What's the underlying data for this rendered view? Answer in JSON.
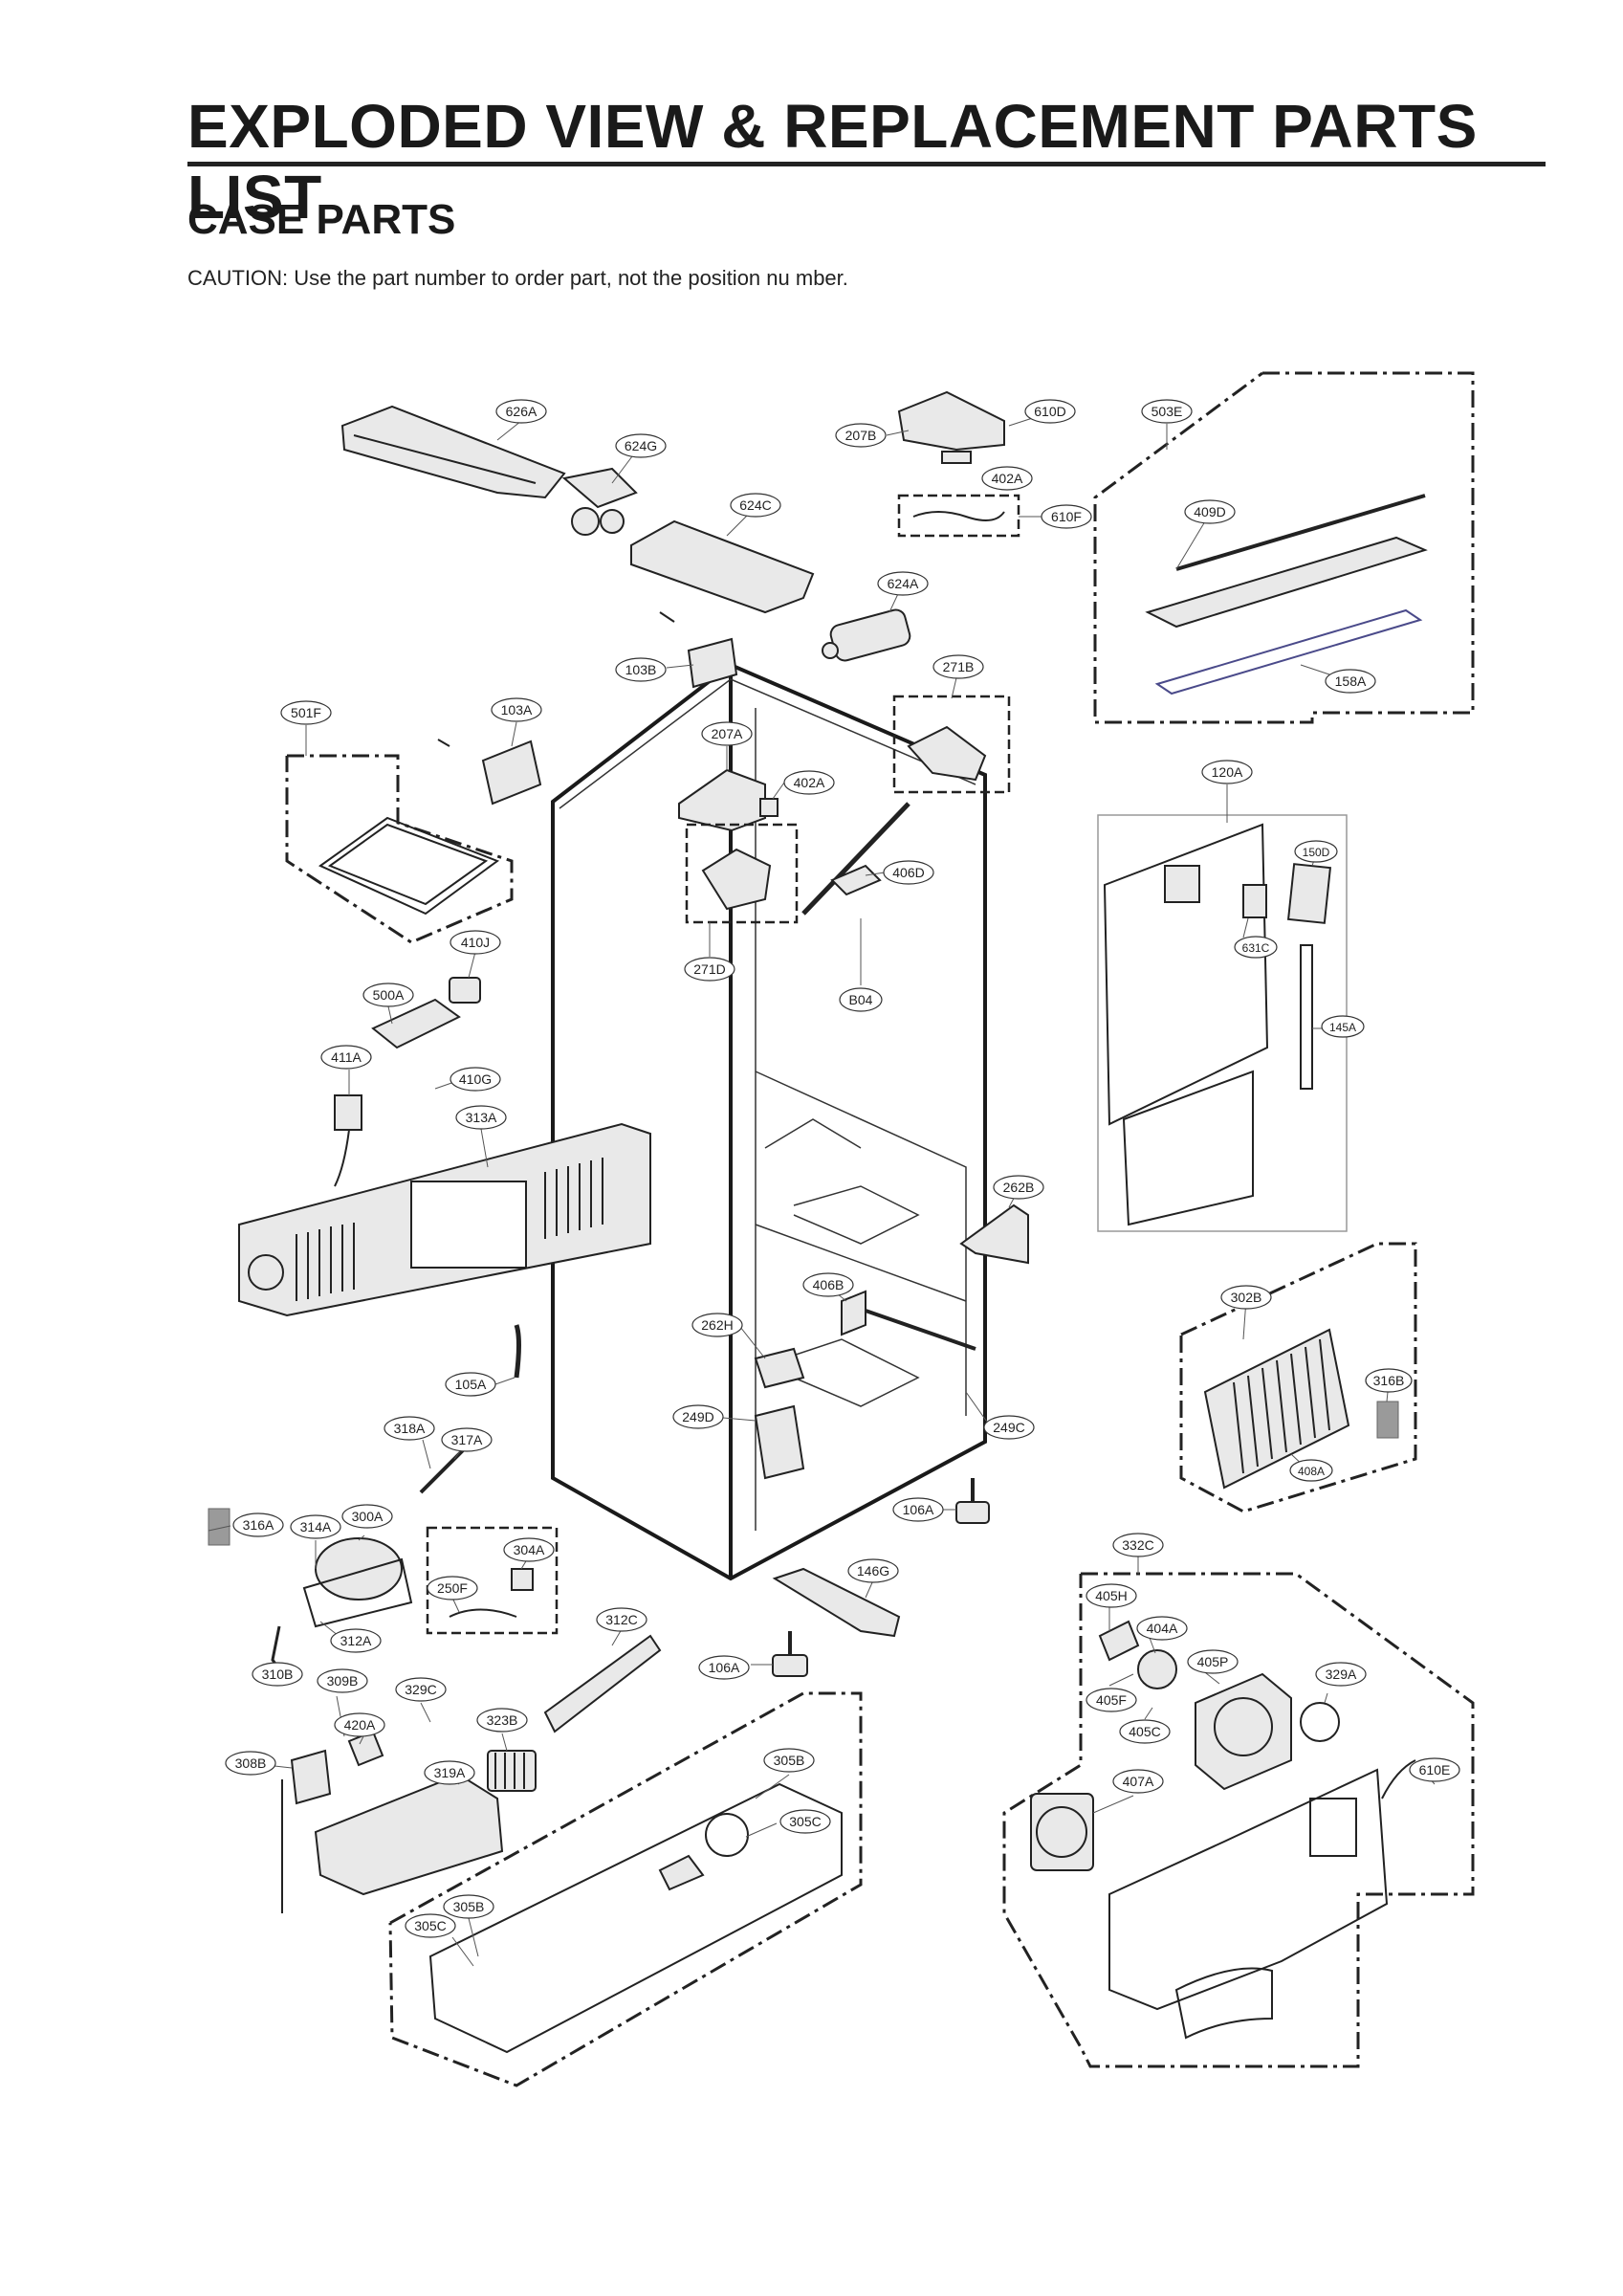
{
  "header": {
    "title": "EXPLODED VIEW & REPLACEMENT PARTS LIST",
    "subtitle": "CASE PARTS",
    "caution": "CAUTION: Use the part number to order part, not the position nu  mber."
  },
  "part_labels": {
    "p626A": "626A",
    "p624G": "624G",
    "p624C": "624C",
    "p207B": "207B",
    "p610D": "610D",
    "p402A_top": "402A",
    "p610F": "610F",
    "p624A": "624A",
    "p503E": "503E",
    "p409D": "409D",
    "p158A": "158A",
    "p103B": "103B",
    "p271B": "271B",
    "p501F": "501F",
    "p103A": "103A",
    "p207A": "207A",
    "p402A": "402A",
    "p406D": "406D",
    "p271D": "271D",
    "pB04": "B04",
    "p120A": "120A",
    "p150D": "150D",
    "p631C": "631C",
    "p145A": "145A",
    "p410J": "410J",
    "p500A": "500A",
    "p411A": "411A",
    "p410G": "410G",
    "p313A": "313A",
    "p262B": "262B",
    "p406B": "406B",
    "p262H": "262H",
    "p302B": "302B",
    "p105A": "105A",
    "p249D": "249D",
    "p249C": "249C",
    "p316B": "316B",
    "p408A": "408A",
    "p318A": "318A",
    "p317A": "317A",
    "p106A_top": "106A",
    "p316A": "316A",
    "p314A": "314A",
    "p300A": "300A",
    "p304A": "304A",
    "p250F": "250F",
    "p146G": "146G",
    "p332C": "332C",
    "p405H": "405H",
    "p312A": "312A",
    "p312C": "312C",
    "p404A": "404A",
    "p106A_bot": "106A",
    "p405P": "405P",
    "p329A": "329A",
    "p310B": "310B",
    "p309B": "309B",
    "p329C": "329C",
    "p405F": "405F",
    "p405C": "405C",
    "p420A": "420A",
    "p323B": "323B",
    "p305B_top": "305B",
    "p407A": "407A",
    "p610E": "610E",
    "p308B": "308B",
    "p319A": "319A",
    "p305C_top": "305C",
    "p305B_bot": "305B",
    "p305C_bot": "305C"
  }
}
